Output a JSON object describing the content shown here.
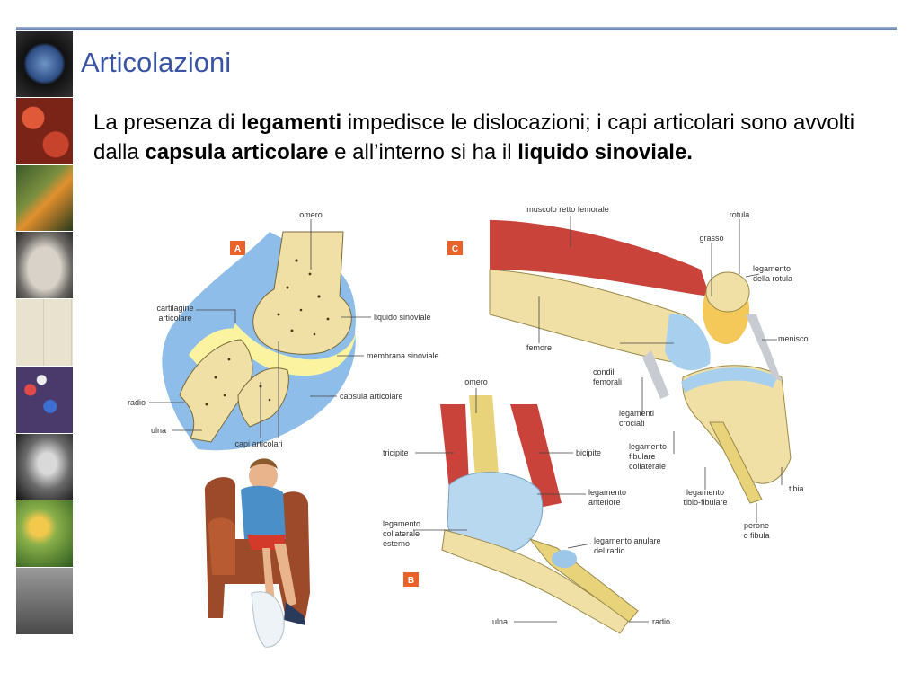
{
  "slide": {
    "title": "Articolazioni",
    "paragraph": {
      "t1": "La presenza di ",
      "b1": "legamenti",
      "t2": " impedisce le dislocazioni; i capi articolari sono avvolti dalla ",
      "b2": "capsula articolare",
      "t3": " e all’interno si ha il ",
      "b3": "liquido sinoviale."
    }
  },
  "sidebar": {
    "tiles": [
      "earth",
      "red-cells",
      "butterfly",
      "skull",
      "embryos",
      "molecules",
      "hand-flask",
      "flowers",
      "crowd-photo"
    ]
  },
  "figure_a": {
    "badge": "A",
    "labels": {
      "omero": "omero",
      "cartilagine_1": "cartilagine",
      "cartilagine_2": "articolare",
      "liquido": "liquido sinoviale",
      "membrana": "membrana sinoviale",
      "capsula": "capsula articolare",
      "radio": "radio",
      "ulna": "ulna",
      "capi": "capi articolari"
    }
  },
  "figure_b": {
    "badge": "B",
    "labels": {
      "omero": "omero",
      "tricipite": "tricipite",
      "bicipite": "bicipite",
      "leg_anteriore_1": "legamento",
      "leg_anteriore_2": "anteriore",
      "leg_coll_1": "legamento",
      "leg_coll_2": "collaterale",
      "leg_coll_3": "esterno",
      "leg_anulare_1": "legamento anulare",
      "leg_anulare_2": "del radio",
      "ulna": "ulna",
      "radio": "radio"
    }
  },
  "figure_c": {
    "badge": "C",
    "labels": {
      "muscolo": "muscolo retto femorale",
      "rotula": "rotula",
      "grasso": "grasso",
      "leg_rotula_1": "legamento",
      "leg_rotula_2": "della rotula",
      "menisco": "menisco",
      "femore": "femore",
      "condili_1": "condili",
      "condili_2": "femorali",
      "crociati_1": "legamenti",
      "crociati_2": "crociati",
      "fibulare_1": "legamento",
      "fibulare_2": "fibulare",
      "fibulare_3": "collaterale",
      "tibio_1": "legamento",
      "tibio_2": "tibio-fibulare",
      "tibia": "tibia",
      "perone_1": "perone",
      "perone_2": "o fibula"
    }
  },
  "colors": {
    "title": "#3a54a4",
    "badge": "#e8622a",
    "bone": "#f1e0a6",
    "cartilage": "#fbf3a0",
    "capsule": "#7fb2e0",
    "muscle": "#c9433b"
  }
}
